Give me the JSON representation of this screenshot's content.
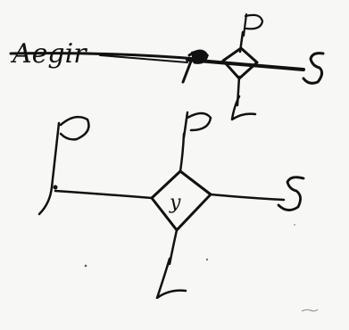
{
  "top_sketch": {
    "struck_word": "Aegir",
    "labels": {
      "left": "P",
      "top": "P",
      "right": "S",
      "bottom": "L"
    }
  },
  "bottom_sketch": {
    "labels": {
      "left": "P",
      "top": "P",
      "right": "S",
      "bottom": "L",
      "center": "y"
    }
  },
  "colors": {
    "ink": "#111111",
    "paper": "#f7f7f5"
  }
}
